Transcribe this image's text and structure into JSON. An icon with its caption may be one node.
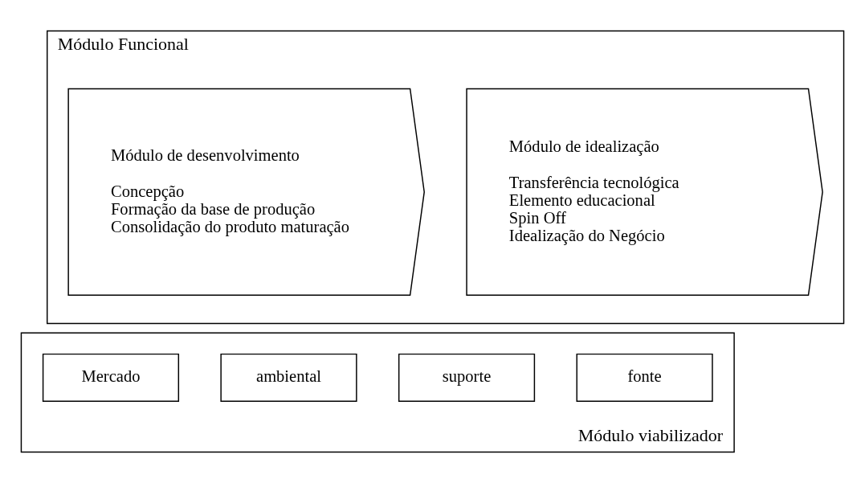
{
  "diagram": {
    "nodes": [
      {
        "text": [
          "Módulo Funcional"
        ]
      },
      {
        "text": [
          "Módulo de idealização",
          "Transferência tecnológica",
          "Elemento educacional",
          "Spin Off",
          "Idealização do Negócio"
        ],
        "in": 0
      },
      {
        "text": [
          "Módulo de desenvolvimento",
          "Concepção",
          "Formação da base de produção",
          "Consolidação do produto maturação"
        ],
        "in": 0
      },
      {
        "text": [
          "Módulo viabilizador"
        ]
      },
      {
        "text": [
          "fonte"
        ],
        "in": 3
      },
      {
        "text": [
          "suporte"
        ],
        "in": 3
      },
      {
        "text": [
          "ambiental"
        ],
        "in": 3
      },
      {
        "text": [
          "Mercado"
        ],
        "in": 3
      }
    ],
    "edges": []
  }
}
